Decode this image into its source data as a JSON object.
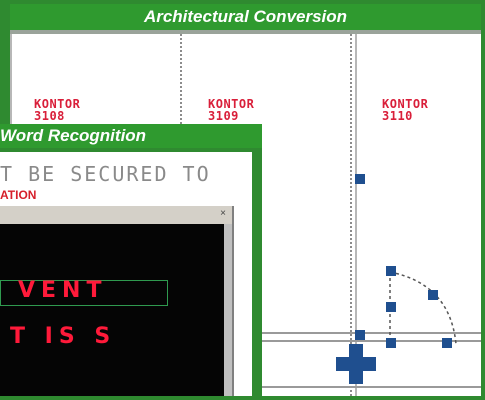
{
  "architectural_panel": {
    "title": "Architectural Conversion",
    "rooms": [
      {
        "name": "KONTOR",
        "number": "3108"
      },
      {
        "name": "KONTOR",
        "number": "3109"
      },
      {
        "name": "KONTOR",
        "number": "3110"
      }
    ]
  },
  "word_panel": {
    "title": "Word Recognition",
    "scanned_line": "T BE SECURED TO",
    "scanned_fragment": "ATION",
    "dialog_close_glyph": "×",
    "ocr_words": [
      "VENT",
      "T  IS  S"
    ]
  },
  "colors": {
    "frame_green": "#2f8a30",
    "label_red": "#d91f3a",
    "handle_blue": "#1f4f8f"
  }
}
